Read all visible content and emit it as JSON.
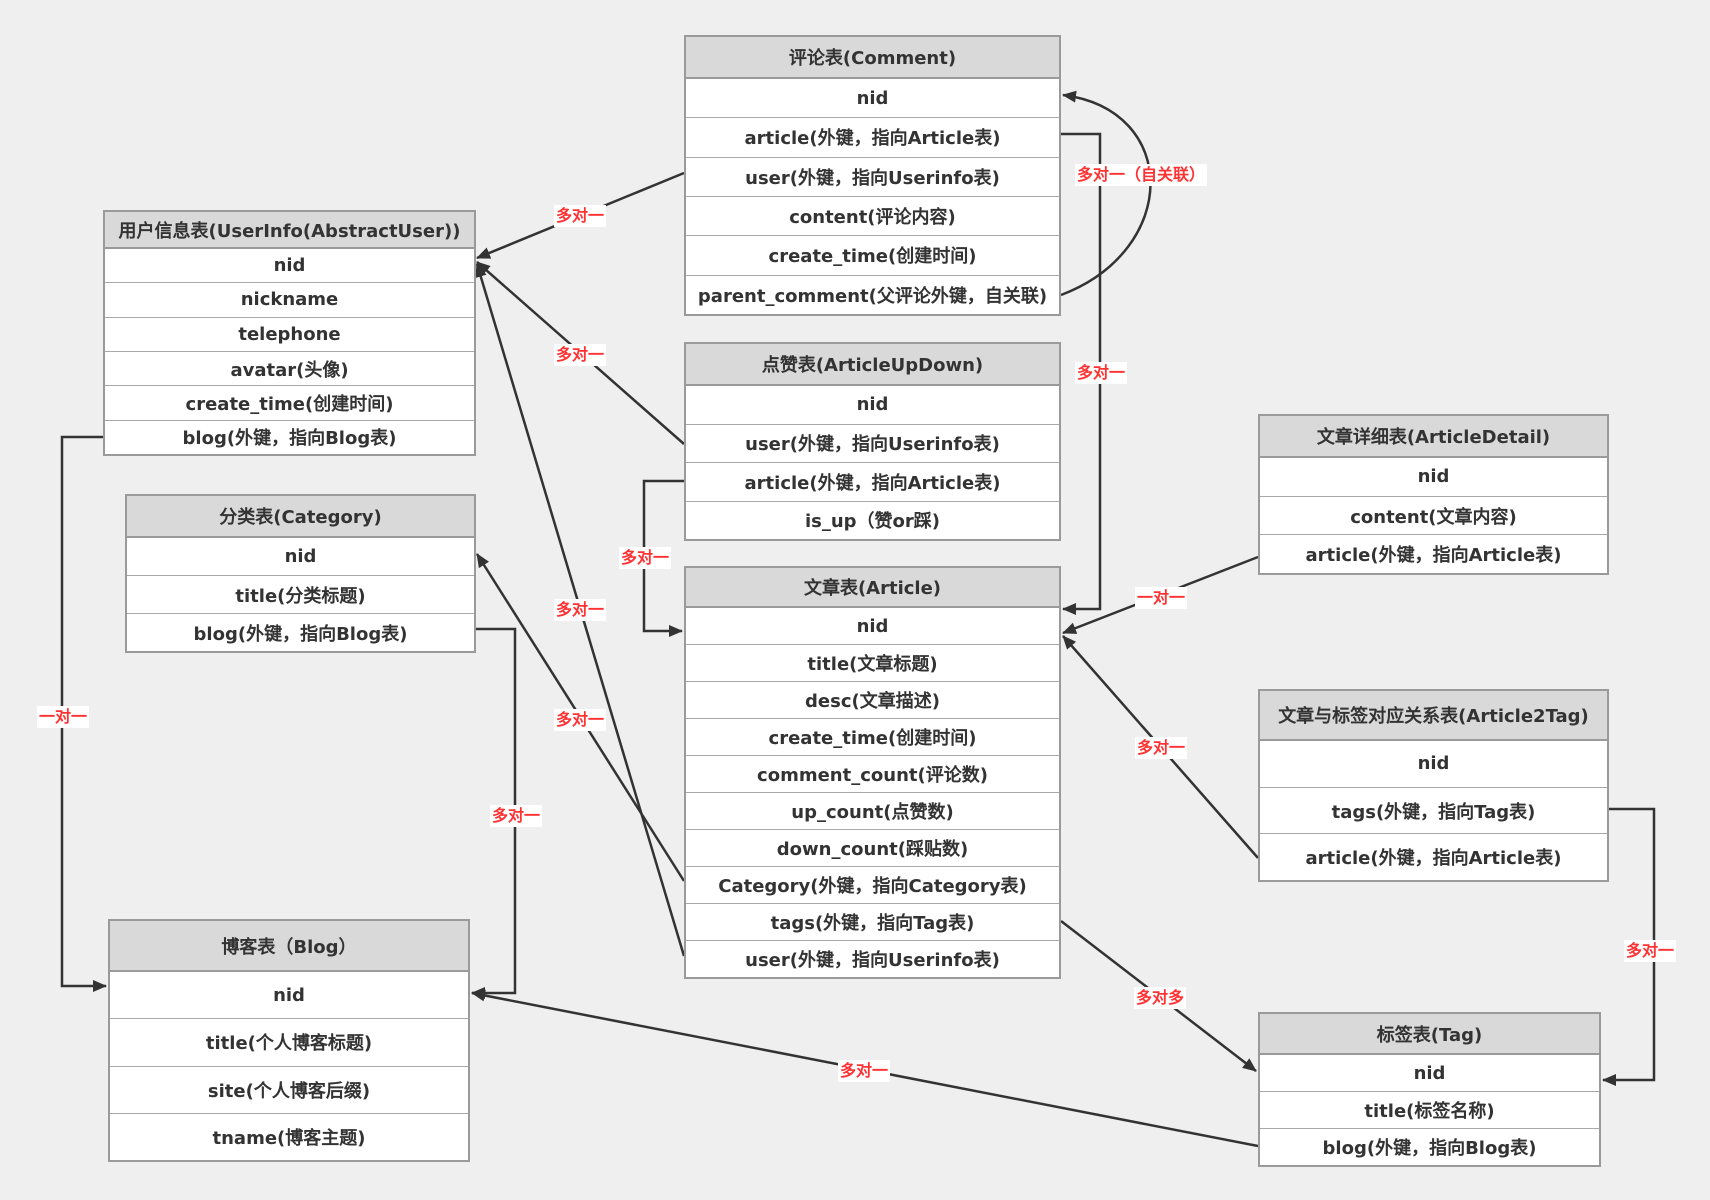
{
  "tables": [
    {
      "id": "comment",
      "title": "评论表(Comment)",
      "fields": [
        "nid",
        "article(外键，指向Article表)",
        "user(外键，指向Userinfo表)",
        "content(评论内容)",
        "create_time(创建时间)",
        "parent_comment(父评论外键，自关联)"
      ]
    },
    {
      "id": "userinfo",
      "title": "用户信息表(UserInfo(AbstractUser))",
      "fields": [
        "nid",
        "nickname",
        "telephone",
        "avatar(头像)",
        "create_time(创建时间)",
        "blog(外键，指向Blog表)"
      ]
    },
    {
      "id": "articleupdown",
      "title": "点赞表(ArticleUpDown)",
      "fields": [
        "nid",
        "user(外键，指向Userinfo表)",
        "article(外键，指向Article表)",
        "is_up（赞or踩)"
      ]
    },
    {
      "id": "category",
      "title": "分类表(Category)",
      "fields": [
        "nid",
        "title(分类标题)",
        "blog(外键，指向Blog表)"
      ]
    },
    {
      "id": "article",
      "title": "文章表(Article)",
      "fields": [
        "nid",
        "title(文章标题)",
        "desc(文章描述)",
        "create_time(创建时间)",
        "comment_count(评论数)",
        "up_count(点赞数)",
        "down_count(踩贴数)",
        "Category(外键，指向Category表)",
        "tags(外键，指向Tag表)",
        "user(外键，指向Userinfo表)"
      ]
    },
    {
      "id": "articledetail",
      "title": "文章详细表(ArticleDetail)",
      "fields": [
        "nid",
        "content(文章内容)",
        "article(外键，指向Article表)"
      ]
    },
    {
      "id": "article2tag",
      "title": "文章与标签对应关系表(Article2Tag)",
      "fields": [
        "nid",
        "tags(外键，指向Tag表)",
        "article(外键，指向Article表)"
      ]
    },
    {
      "id": "blog",
      "title": "博客表（Blog）",
      "fields": [
        "nid",
        "title(个人博客标题)",
        "site(个人博客后缀)",
        "tname(博客主题)"
      ]
    },
    {
      "id": "tag",
      "title": "标签表(Tag)",
      "fields": [
        "nid",
        "title(标签名称)",
        "blog(外键，指向Blog表)"
      ]
    }
  ],
  "relations": [
    {
      "id": "comment-user",
      "from": "comment.user",
      "to": "userinfo.nid",
      "label": "多对一"
    },
    {
      "id": "comment-self",
      "from": "comment.parent_comment",
      "to": "comment.nid",
      "label": "多对一（自关联）"
    },
    {
      "id": "comment-article",
      "from": "comment.article",
      "to": "article.nid",
      "label": "多对一"
    },
    {
      "id": "updown-user",
      "from": "articleupdown.user",
      "to": "userinfo.nid",
      "label": "多对一"
    },
    {
      "id": "updown-article",
      "from": "articleupdown.article",
      "to": "article.nid",
      "label": "多对一"
    },
    {
      "id": "article-user",
      "from": "article.user",
      "to": "userinfo.nid",
      "label": "多对一"
    },
    {
      "id": "article-category",
      "from": "article.Category",
      "to": "category.nid",
      "label": "多对一"
    },
    {
      "id": "userinfo-blog",
      "from": "userinfo.blog",
      "to": "blog.nid",
      "label": "一对一"
    },
    {
      "id": "category-blog",
      "from": "category.blog",
      "to": "blog.nid",
      "label": "多对一"
    },
    {
      "id": "detail-article",
      "from": "articledetail.article",
      "to": "article.nid",
      "label": "一对一"
    },
    {
      "id": "a2t-article",
      "from": "article2tag.article",
      "to": "article.nid",
      "label": "多对一"
    },
    {
      "id": "article-tag",
      "from": "article.tags",
      "to": "tag.nid",
      "label": "多对多"
    },
    {
      "id": "a2t-tag",
      "from": "article2tag.tags",
      "to": "tag.nid",
      "label": "多对一"
    },
    {
      "id": "tag-blog",
      "from": "tag.blog",
      "to": "blog.nid",
      "label": "多对一"
    }
  ],
  "colors": {
    "label": "#ff3333",
    "line": "#333333",
    "header": "#d9d9d9",
    "border": "#9a9a9a",
    "background": "#efefef"
  }
}
